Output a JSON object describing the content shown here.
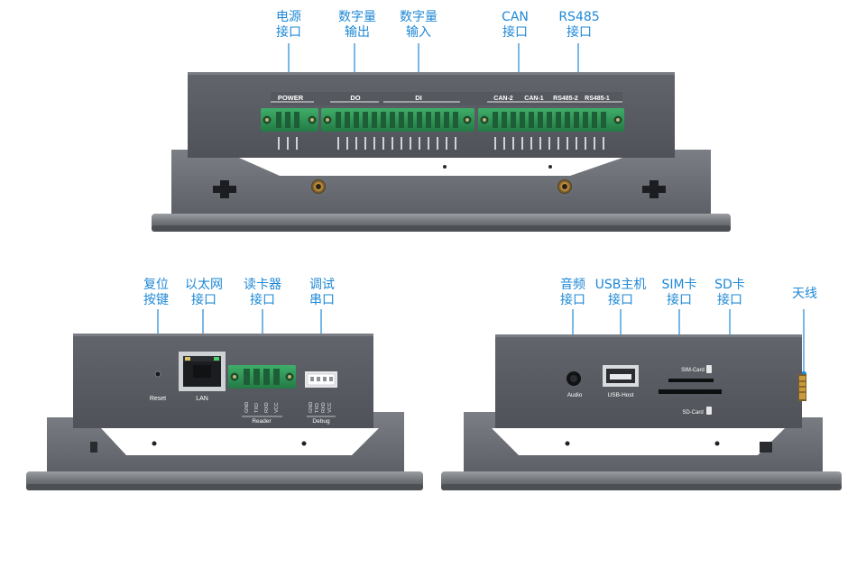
{
  "callouts": {
    "power": [
      "电源",
      "接口"
    ],
    "do": [
      "数字量",
      "输出"
    ],
    "di": [
      "数字量",
      "输入"
    ],
    "can": [
      "CAN",
      "接口"
    ],
    "rs485": [
      "RS485",
      "接口"
    ],
    "reset": [
      "复位",
      "按键"
    ],
    "lan": [
      "以太网",
      "接口"
    ],
    "reader": [
      "读卡器",
      "接口"
    ],
    "debug": [
      "调试",
      "串口"
    ],
    "audio": [
      "音频",
      "接口"
    ],
    "usb": [
      "USB主机",
      "接口"
    ],
    "sim": [
      "SIM卡",
      "接口"
    ],
    "sd": [
      "SD卡",
      "接口"
    ],
    "antenna": [
      "天线"
    ]
  },
  "top_panel": {
    "labels": {
      "power": "POWER",
      "do": "DO",
      "di": "DI",
      "can2": "CAN-2",
      "can1": "CAN-1",
      "rs4852": "RS485-2",
      "rs4851": "RS485-1"
    }
  },
  "left_panel": {
    "labels": {
      "reset": "Reset",
      "lan": "LAN",
      "reader": "Reader",
      "debug": "Debug"
    },
    "reader_pins": [
      "GND",
      "TXD",
      "RXD",
      "VCC"
    ],
    "debug_pins": [
      "GND",
      "TXD",
      "RXD",
      "VCC"
    ]
  },
  "right_panel": {
    "labels": {
      "audio": "Audio",
      "usb": "USB-Host",
      "sim": "SIM-Card",
      "sd": "SD-Card"
    }
  },
  "colors": {
    "callout": "#1e88d6",
    "panel": "#5a5d63",
    "bezel": "#6f7379",
    "terminal": "#2f9a58"
  }
}
